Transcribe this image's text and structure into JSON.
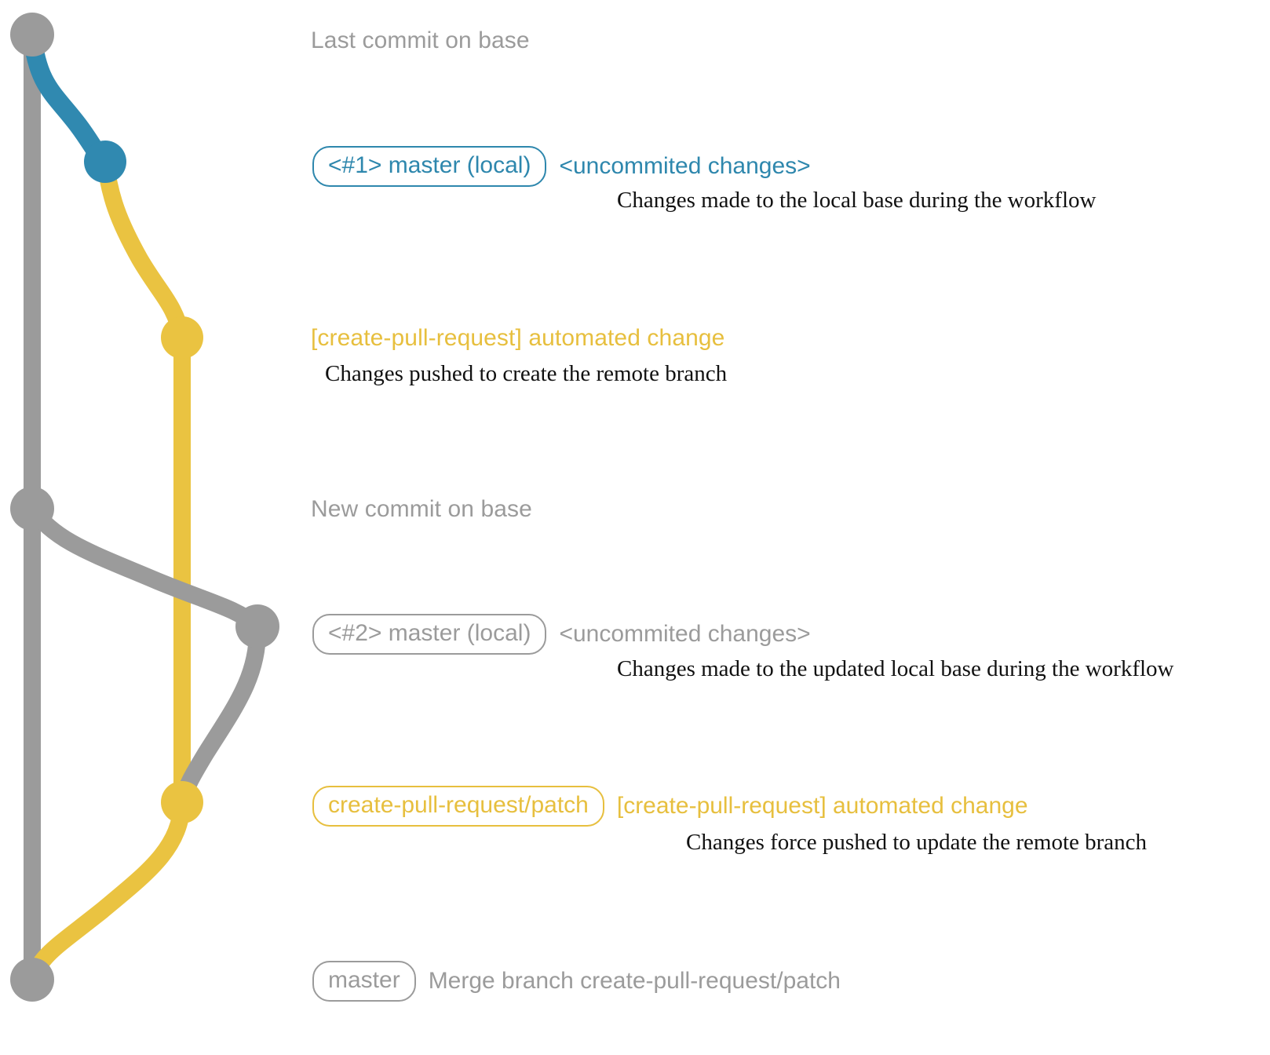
{
  "diagram": {
    "title": "git branch graph for create-pull-request workflow",
    "colors": {
      "base_gray": "#9b9b9b",
      "local_blue": "#3089b0",
      "patch_yellow": "#eac341",
      "description_black": "#111111",
      "background": "#ffffff"
    }
  },
  "commits": [
    {
      "id": "last-commit-on-base",
      "lane": "base",
      "color": "#9b9b9b",
      "label": "Last commit on base",
      "badge": null,
      "caption": null,
      "description": null
    },
    {
      "id": "master-local-1",
      "lane": "local",
      "color": "#3089b0",
      "label": null,
      "badge": "<#1> master (local)",
      "caption": "<uncommited changes>",
      "description": "Changes made to the local base during the workflow"
    },
    {
      "id": "automated-change-1",
      "lane": "patch",
      "color": "#eac341",
      "label": "[create-pull-request] automated change",
      "badge": null,
      "caption": null,
      "description": "Changes pushed to create the remote branch"
    },
    {
      "id": "new-commit-on-base",
      "lane": "base",
      "color": "#9b9b9b",
      "label": "New commit on base",
      "badge": null,
      "caption": null,
      "description": null
    },
    {
      "id": "master-local-2",
      "lane": "local",
      "color": "#9b9b9b",
      "label": null,
      "badge": "<#2> master (local)",
      "caption": "<uncommited changes>",
      "description": "Changes made to the updated local base during the workflow"
    },
    {
      "id": "automated-change-2",
      "lane": "patch",
      "color": "#eac341",
      "label": null,
      "badge": "create-pull-request/patch",
      "caption": "[create-pull-request] automated change",
      "description": "Changes force pushed to update the remote branch"
    },
    {
      "id": "merge-commit",
      "lane": "base",
      "color": "#9b9b9b",
      "label": null,
      "badge": "master",
      "caption": "Merge branch create-pull-request/patch",
      "description": null
    }
  ],
  "annotations": {
    "last_commit_on_base": "Last commit on base",
    "new_commit_on_base": "New commit on base",
    "badge_master_local_1": "<#1> master (local)",
    "caption_uncommited_1": "<uncommited changes>",
    "desc_local_changes_1": "Changes made to the local base during the workflow",
    "headline_automated_change_1": "[create-pull-request] automated change",
    "desc_pushed_create": "Changes pushed to create the remote branch",
    "badge_master_local_2": "<#2> master (local)",
    "caption_uncommited_2": "<uncommited changes>",
    "desc_local_changes_2": "Changes made to the updated local base during the workflow",
    "badge_patch_branch": "create-pull-request/patch",
    "caption_automated_change_2": "[create-pull-request] automated change",
    "desc_force_pushed": "Changes force pushed to update the remote branch",
    "badge_master": "master",
    "caption_merge_branch": "Merge branch create-pull-request/patch"
  }
}
